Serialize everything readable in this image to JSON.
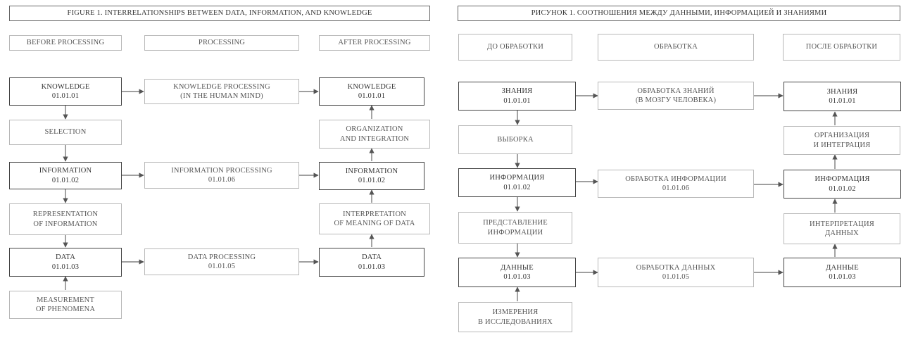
{
  "english": {
    "title": "FIGURE 1. INTERRELATIONSHIPS BETWEEN DATA, INFORMATION, AND KNOWLEDGE",
    "headers": {
      "before": "BEFORE PROCESSING",
      "processing": "PROCESSING",
      "after": "AFTER PROCESSING"
    },
    "left": {
      "knowledge": [
        "KNOWLEDGE",
        "01.01.01"
      ],
      "selection": [
        "SELECTION"
      ],
      "information": [
        "INFORMATION",
        "01.01.02"
      ],
      "representation": [
        "REPRESENTATION",
        "OF INFORMATION"
      ],
      "data": [
        "DATA",
        "01.01.03"
      ],
      "measurement": [
        "MEASUREMENT",
        "OF PHENOMENA"
      ]
    },
    "middle": {
      "knowledge_processing": [
        "KNOWLEDGE PROCESSING",
        "(IN THE HUMAN MIND)"
      ],
      "information_processing": [
        "INFORMATION PROCESSING",
        "01.01.06"
      ],
      "data_processing": [
        "DATA PROCESSING",
        "01.01.05"
      ]
    },
    "right": {
      "knowledge": [
        "KNOWLEDGE",
        "01.01.01"
      ],
      "organization": [
        "ORGANIZATION",
        "AND INTEGRATION"
      ],
      "information": [
        "INFORMATION",
        "01.01.02"
      ],
      "interpretation": [
        "INTERPRETATION",
        "OF MEANING OF DATA"
      ],
      "data": [
        "DATA",
        "01.01.03"
      ]
    }
  },
  "russian": {
    "title": "РИСУНОК 1. СООТНОШЕНИЯ МЕЖДУ ДАННЫМИ, ИНФОРМАЦИЕЙ И ЗНАНИЯМИ",
    "headers": {
      "before": "ДО ОБРАБОТКИ",
      "processing": "ОБРАБОТКА",
      "after": "ПОСЛЕ ОБРАБОТКИ"
    },
    "left": {
      "knowledge": [
        "ЗНАНИЯ",
        "01.01.01"
      ],
      "selection": [
        "ВЫБОРКА"
      ],
      "information": [
        "ИНФОРМАЦИЯ",
        "01.01.02"
      ],
      "representation": [
        "ПРЕДСТАВЛЕНИЕ",
        "ИНФОРМАЦИИ"
      ],
      "data": [
        "ДАННЫЕ",
        "01.01.03"
      ],
      "measurement": [
        "ИЗМЕРЕНИЯ",
        "В ИССЛЕДОВАНИЯХ"
      ]
    },
    "middle": {
      "knowledge_processing": [
        "ОБРАБОТКА ЗНАНИЙ",
        "(В МОЗГУ ЧЕЛОВЕКА)"
      ],
      "information_processing": [
        "ОБРАБОТКА ИНФОРМАЦИИ",
        "01.01.06"
      ],
      "data_processing": [
        "ОБРАБОТКА ДАННЫХ",
        "01.01.05"
      ]
    },
    "right": {
      "knowledge": [
        "ЗНАНИЯ",
        "01.01.01"
      ],
      "organization": [
        "ОРГАНИЗАЦИЯ",
        "И ИНТЕГРАЦИЯ"
      ],
      "information": [
        "ИНФОРМАЦИЯ",
        "01.01.02"
      ],
      "interpretation": [
        "ИНТЕРПРЕТАЦИЯ",
        "ДАННЫХ"
      ],
      "data": [
        "ДАННЫЕ",
        "01.01.03"
      ]
    }
  }
}
